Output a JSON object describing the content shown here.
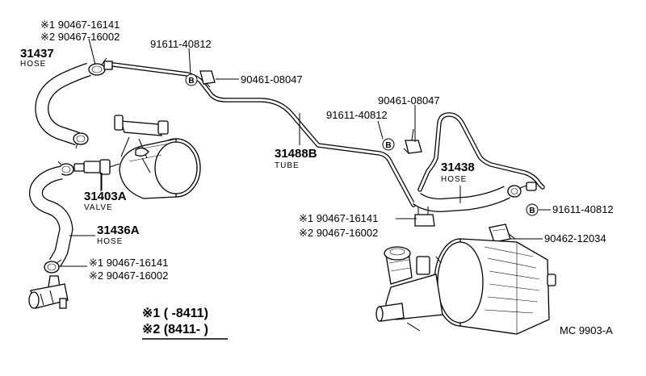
{
  "labels": {
    "topleft_1": "※1 90467-16141",
    "topleft_2": "※2 90467-16002",
    "hose_31437_num": "31437",
    "hose_31437_name": "HOSE",
    "clip_91611_top": "91611-40812",
    "clamp_90461_top": "90461-08047",
    "valve_num": "31403A",
    "valve_name": "VALVE",
    "hose_31436a_num": "31436A",
    "hose_31436a_name": "HOSE",
    "bottomleft_1": "※1 90467-16141",
    "bottomleft_2": "※2 90467-16002",
    "tube_num": "31488B",
    "tube_name": "TUBE",
    "clamp_90461_mid": "90461-08047",
    "clip_91611_mid": "91611-40812",
    "hose_31438_num": "31438",
    "hose_31438_name": "HOSE",
    "mid_1": "※1 90467-16141",
    "mid_2": "※2 90467-16002",
    "clip_91611_right": "91611-40812",
    "clamp_90462": "90462-12034",
    "note_1": "※1 (      -8411)",
    "note_2": "※2 (8411-        )",
    "diagram_code": "MC  9903-A",
    "marker_b": "B"
  }
}
